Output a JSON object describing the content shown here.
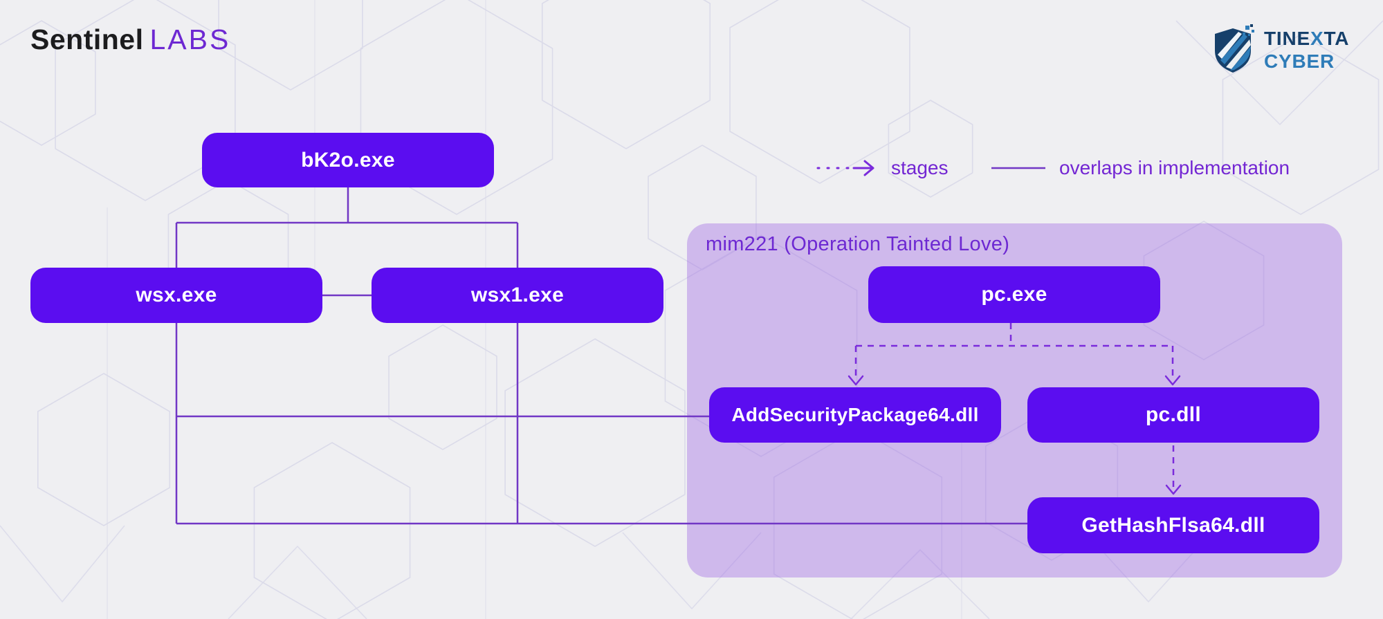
{
  "header": {
    "sentinel_logo": {
      "part1": "Sentinel",
      "part2": "LABS"
    },
    "tinexta_logo": {
      "line1_pre": "TINE",
      "line1_x": "X",
      "line1_post": "TA",
      "line2": "CYBER"
    }
  },
  "legend": {
    "stages_label": "stages",
    "overlaps_label": "overlaps in implementation"
  },
  "cluster": {
    "label": "mim221 (Operation Tainted Love)"
  },
  "nodes": {
    "bk2o": {
      "label": "bK2o.exe"
    },
    "wsx": {
      "label": "wsx.exe"
    },
    "wsx1": {
      "label": "wsx1.exe"
    },
    "pc_exe": {
      "label": "pc.exe"
    },
    "asp64": {
      "label": "AddSecurityPackage64.dll"
    },
    "pc_dll": {
      "label": "pc.dll"
    },
    "gethash": {
      "label": "GetHashFlsa64.dll"
    }
  },
  "edges": [
    {
      "from": "bK2o.exe",
      "to": "wsx.exe",
      "relation": "overlaps in implementation",
      "style": "solid"
    },
    {
      "from": "bK2o.exe",
      "to": "wsx1.exe",
      "relation": "overlaps in implementation",
      "style": "solid"
    },
    {
      "from": "wsx.exe",
      "to": "wsx1.exe",
      "relation": "overlaps in implementation",
      "style": "solid"
    },
    {
      "from": "wsx.exe / wsx1.exe",
      "to": "AddSecurityPackage64.dll",
      "relation": "overlaps in implementation",
      "style": "solid"
    },
    {
      "from": "wsx.exe / wsx1.exe",
      "to": "GetHashFlsa64.dll",
      "relation": "overlaps in implementation",
      "style": "solid"
    },
    {
      "from": "pc.exe",
      "to": "AddSecurityPackage64.dll",
      "relation": "stages",
      "style": "dashed-arrow"
    },
    {
      "from": "pc.exe",
      "to": "pc.dll",
      "relation": "stages",
      "style": "dashed-arrow"
    },
    {
      "from": "pc.dll",
      "to": "GetHashFlsa64.dll",
      "relation": "stages",
      "style": "dashed-arrow"
    }
  ],
  "colors": {
    "bg": "#efeff2",
    "node-fill": "#5b0df0",
    "node-text": "#ffffff",
    "line": "#7137c5",
    "dash": "#7a2bdb",
    "accent-text": "#7326d3",
    "cluster-fill": "rgba(162,110,228,0.42)",
    "pattern": "#d7d7e8",
    "sentinel-dark": "#1c1c1e",
    "sentinel-purple": "#6d28d2",
    "tinexta-navy": "#16406b",
    "tinexta-blue": "#2e7cb8"
  }
}
